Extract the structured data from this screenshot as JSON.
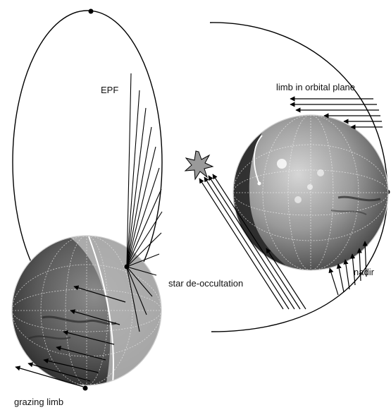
{
  "labels": {
    "epf": "EPF",
    "limb_in_orbital_plane": "limb in orbital plane",
    "star_deoccultation": "star de-occultation",
    "nadir": "nadir",
    "grazing_limb": "grazing limb"
  },
  "colors": {
    "orbit": "#000000",
    "planet_light": "#b9b9b9",
    "planet_dark": "#3a3a3a",
    "star": "#9a9a9a"
  },
  "icons": {
    "star": "star-burst-icon"
  }
}
